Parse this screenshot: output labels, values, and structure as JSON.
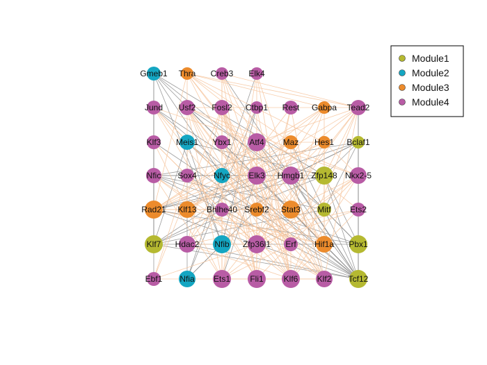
{
  "legend": [
    {
      "key": "m1",
      "label": "Module1",
      "color": "#b5b931"
    },
    {
      "key": "m2",
      "label": "Module2",
      "color": "#14a6c2"
    },
    {
      "key": "m3",
      "label": "Module3",
      "color": "#ec8b2c"
    },
    {
      "key": "m4",
      "label": "Module4",
      "color": "#b85ca5"
    }
  ],
  "edge_colors": {
    "gray": "#8a8a8a",
    "orange": "#f6c7a0"
  },
  "nodes": [
    {
      "id": "Gmeb1",
      "module": "m2"
    },
    {
      "id": "Thra",
      "module": "m3"
    },
    {
      "id": "Creb3",
      "module": "m4"
    },
    {
      "id": "Elk4",
      "module": "m4"
    },
    {
      "id": "Jund",
      "module": "m4"
    },
    {
      "id": "Usf2",
      "module": "m4"
    },
    {
      "id": "Fosl2",
      "module": "m4"
    },
    {
      "id": "Ctbp1",
      "module": "m4"
    },
    {
      "id": "Rest",
      "module": "m4"
    },
    {
      "id": "Gabpa",
      "module": "m3"
    },
    {
      "id": "Tead2",
      "module": "m4"
    },
    {
      "id": "Klf3",
      "module": "m4"
    },
    {
      "id": "Meis1",
      "module": "m2"
    },
    {
      "id": "Ybx1",
      "module": "m4"
    },
    {
      "id": "Atf4",
      "module": "m4"
    },
    {
      "id": "Maz",
      "module": "m3"
    },
    {
      "id": "Hes1",
      "module": "m3"
    },
    {
      "id": "Bclaf1",
      "module": "m1"
    },
    {
      "id": "Nfic",
      "module": "m4"
    },
    {
      "id": "Sox4",
      "module": "m4"
    },
    {
      "id": "Nfyc",
      "module": "m2"
    },
    {
      "id": "Elk3",
      "module": "m4"
    },
    {
      "id": "Hmgb1",
      "module": "m4"
    },
    {
      "id": "Zfp148",
      "module": "m1"
    },
    {
      "id": "Nkx2-5",
      "module": "m4"
    },
    {
      "id": "Rad21",
      "module": "m3"
    },
    {
      "id": "Klf13",
      "module": "m3"
    },
    {
      "id": "Bhlhe40",
      "module": "m4"
    },
    {
      "id": "Srebf2",
      "module": "m3"
    },
    {
      "id": "Stat3",
      "module": "m3"
    },
    {
      "id": "Mitf",
      "module": "m1"
    },
    {
      "id": "Ets2",
      "module": "m4"
    },
    {
      "id": "Klf7",
      "module": "m1"
    },
    {
      "id": "Hdac2",
      "module": "m4"
    },
    {
      "id": "Nfib",
      "module": "m2"
    },
    {
      "id": "Zfp36l1",
      "module": "m4"
    },
    {
      "id": "Erf",
      "module": "m4"
    },
    {
      "id": "Hif1a",
      "module": "m3"
    },
    {
      "id": "Pbx1",
      "module": "m1"
    },
    {
      "id": "Ebf1",
      "module": "m4"
    },
    {
      "id": "Nfia",
      "module": "m2"
    },
    {
      "id": "Ets1",
      "module": "m4"
    },
    {
      "id": "Fli1",
      "module": "m4"
    },
    {
      "id": "Klf6",
      "module": "m4"
    },
    {
      "id": "Klf2",
      "module": "m4"
    },
    {
      "id": "Tcf12",
      "module": "m1"
    }
  ],
  "edges": [
    [
      "Tcf12",
      "Gmeb1",
      "gray"
    ],
    [
      "Tcf12",
      "Usf2",
      "gray"
    ],
    [
      "Tcf12",
      "Jund",
      "gray"
    ],
    [
      "Tcf12",
      "Klf3",
      "gray"
    ],
    [
      "Tcf12",
      "Meis1",
      "gray"
    ],
    [
      "Tcf12",
      "Nfic",
      "gray"
    ],
    [
      "Tcf12",
      "Sox4",
      "gray"
    ],
    [
      "Tcf12",
      "Elk3",
      "gray"
    ],
    [
      "Tcf12",
      "Hmgb1",
      "gray"
    ],
    [
      "Tcf12",
      "Rad21",
      "gray"
    ],
    [
      "Tcf12",
      "Atf4",
      "gray"
    ],
    [
      "Tcf12",
      "Tead2",
      "gray"
    ],
    [
      "Tcf12",
      "Bclaf1",
      "gray"
    ],
    [
      "Tcf12",
      "Klf7",
      "gray"
    ],
    [
      "Tcf12",
      "Zfp148",
      "gray"
    ],
    [
      "Tcf12",
      "Maz",
      "gray"
    ],
    [
      "Tcf12",
      "Creb3",
      "gray"
    ],
    [
      "Tcf12",
      "Hdac2",
      "gray"
    ],
    [
      "Tcf12",
      "Nkx2-5",
      "gray"
    ],
    [
      "Pbx1",
      "Tead2",
      "gray"
    ],
    [
      "Pbx1",
      "Zfp148",
      "gray"
    ],
    [
      "Pbx1",
      "Bclaf1",
      "gray"
    ],
    [
      "Pbx1",
      "Mitf",
      "gray"
    ],
    [
      "Pbx1",
      "Klf7",
      "gray"
    ],
    [
      "Pbx1",
      "Nfic",
      "gray"
    ],
    [
      "Pbx1",
      "Hmgb1",
      "gray"
    ],
    [
      "Pbx1",
      "Rad21",
      "gray"
    ],
    [
      "Pbx1",
      "Tcf12",
      "gray"
    ],
    [
      "Pbx1",
      "Ets2",
      "gray"
    ],
    [
      "Mitf",
      "Nfic",
      "gray"
    ],
    [
      "Mitf",
      "Zfp148",
      "gray"
    ],
    [
      "Mitf",
      "Gmeb1",
      "gray"
    ],
    [
      "Mitf",
      "Klf7",
      "gray"
    ],
    [
      "Mitf",
      "Bclaf1",
      "gray"
    ],
    [
      "Mitf",
      "Atf4",
      "gray"
    ],
    [
      "Bclaf1",
      "Rad21",
      "gray"
    ],
    [
      "Bclaf1",
      "Klf7",
      "gray"
    ],
    [
      "Bclaf1",
      "Hmgb1",
      "gray"
    ],
    [
      "Bclaf1",
      "Zfp148",
      "gray"
    ],
    [
      "Bclaf1",
      "Nfic",
      "gray"
    ],
    [
      "Zfp148",
      "Klf7",
      "gray"
    ],
    [
      "Zfp148",
      "Rad21",
      "gray"
    ],
    [
      "Zfp148",
      "Nfic",
      "gray"
    ],
    [
      "Zfp148",
      "Gmeb1",
      "gray"
    ],
    [
      "Zfp148",
      "Meis1",
      "gray"
    ],
    [
      "Klf7",
      "Gmeb1",
      "gray"
    ],
    [
      "Klf7",
      "Meis1",
      "gray"
    ],
    [
      "Klf7",
      "Nfic",
      "gray"
    ],
    [
      "Klf7",
      "Klf3",
      "gray"
    ],
    [
      "Klf7",
      "Elk3",
      "gray"
    ],
    [
      "Nfib",
      "Nfia",
      "gray"
    ],
    [
      "Nfib",
      "Meis1",
      "gray"
    ],
    [
      "Nfib",
      "Nfyc",
      "gray"
    ],
    [
      "Nfib",
      "Gmeb1",
      "gray"
    ],
    [
      "Nfia",
      "Meis1",
      "gray"
    ],
    [
      "Nfia",
      "Nfyc",
      "gray"
    ],
    [
      "Nfia",
      "Hmgb1",
      "gray"
    ],
    [
      "Nfyc",
      "Gmeb1",
      "gray"
    ],
    [
      "Nfyc",
      "Meis1",
      "gray"
    ],
    [
      "Nfib",
      "Ctbp1",
      "gray"
    ],
    [
      "Nfia",
      "Ctbp1",
      "gray"
    ],
    [
      "Nfyc",
      "Elk4",
      "gray"
    ],
    [
      "Hmgb1",
      "Klf2",
      "gray"
    ],
    [
      "Hmgb1",
      "Nfic",
      "gray"
    ],
    [
      "Hmgb1",
      "Rad21",
      "gray"
    ],
    [
      "Hmgb1",
      "Usf2",
      "gray"
    ],
    [
      "Hmgb1",
      "Sox4",
      "gray"
    ],
    [
      "Elk3",
      "Ets1",
      "gray"
    ],
    [
      "Elk3",
      "Jund",
      "gray"
    ],
    [
      "Ebf1",
      "Klf3",
      "gray"
    ],
    [
      "Klf3",
      "Nfic",
      "gray"
    ],
    [
      "Jund",
      "Klf3",
      "gray"
    ],
    [
      "Rad21",
      "Nfic",
      "gray"
    ],
    [
      "Rad21",
      "Gmeb1",
      "gray"
    ],
    [
      "Thra",
      "Tead2",
      "orange"
    ],
    [
      "Thra",
      "Hes1",
      "orange"
    ],
    [
      "Thra",
      "Gabpa",
      "orange"
    ],
    [
      "Thra",
      "Maz",
      "orange"
    ],
    [
      "Thra",
      "Stat3",
      "orange"
    ],
    [
      "Thra",
      "Srebf2",
      "orange"
    ],
    [
      "Thra",
      "Klf13",
      "orange"
    ],
    [
      "Thra",
      "Rad21",
      "orange"
    ],
    [
      "Thra",
      "Hif1a",
      "orange"
    ],
    [
      "Thra",
      "Ets2",
      "orange"
    ],
    [
      "Gabpa",
      "Klf13",
      "orange"
    ],
    [
      "Gabpa",
      "Rad21",
      "orange"
    ],
    [
      "Gabpa",
      "Srebf2",
      "orange"
    ],
    [
      "Gabpa",
      "Stat3",
      "orange"
    ],
    [
      "Gabpa",
      "Hif1a",
      "orange"
    ],
    [
      "Gabpa",
      "Maz",
      "orange"
    ],
    [
      "Maz",
      "Klf13",
      "orange"
    ],
    [
      "Maz",
      "Rad21",
      "orange"
    ],
    [
      "Maz",
      "Srebf2",
      "orange"
    ],
    [
      "Maz",
      "Hif1a",
      "orange"
    ],
    [
      "Maz",
      "Stat3",
      "orange"
    ],
    [
      "Maz",
      "Hes1",
      "orange"
    ],
    [
      "Hes1",
      "Klf13",
      "orange"
    ],
    [
      "Hes1",
      "Rad21",
      "orange"
    ],
    [
      "Hes1",
      "Stat3",
      "orange"
    ],
    [
      "Hes1",
      "Srebf2",
      "orange"
    ],
    [
      "Hes1",
      "Hif1a",
      "orange"
    ],
    [
      "Stat3",
      "Rad21",
      "orange"
    ],
    [
      "Stat3",
      "Klf13",
      "orange"
    ],
    [
      "Stat3",
      "Srebf2",
      "orange"
    ],
    [
      "Stat3",
      "Hif1a",
      "orange"
    ],
    [
      "Srebf2",
      "Rad21",
      "orange"
    ],
    [
      "Srebf2",
      "Klf13",
      "orange"
    ],
    [
      "Srebf2",
      "Hif1a",
      "orange"
    ],
    [
      "Klf13",
      "Rad21",
      "orange"
    ],
    [
      "Klf13",
      "Hif1a",
      "orange"
    ],
    [
      "Rad21",
      "Hif1a",
      "orange"
    ],
    [
      "Fosl2",
      "Ets1",
      "orange"
    ],
    [
      "Fosl2",
      "Klf6",
      "orange"
    ],
    [
      "Fosl2",
      "Fli1",
      "orange"
    ],
    [
      "Fosl2",
      "Erf",
      "orange"
    ],
    [
      "Fosl2",
      "Klf2",
      "orange"
    ],
    [
      "Fosl2",
      "Zfp36l1",
      "orange"
    ],
    [
      "Fosl2",
      "Hdac2",
      "orange"
    ],
    [
      "Fosl2",
      "Ebf1",
      "orange"
    ],
    [
      "Usf2",
      "Zfp36l1",
      "orange"
    ],
    [
      "Usf2",
      "Ets1",
      "orange"
    ],
    [
      "Usf2",
      "Klf6",
      "orange"
    ],
    [
      "Usf2",
      "Erf",
      "orange"
    ],
    [
      "Usf2",
      "Fli1",
      "orange"
    ],
    [
      "Usf2",
      "Klf2",
      "orange"
    ],
    [
      "Usf2",
      "Tead2",
      "orange"
    ],
    [
      "Usf2",
      "Atf4",
      "orange"
    ],
    [
      "Usf2",
      "Nkx2-5",
      "orange"
    ],
    [
      "Creb3",
      "Atf4",
      "orange"
    ],
    [
      "Creb3",
      "Ets1",
      "orange"
    ],
    [
      "Creb3",
      "Fli1",
      "orange"
    ],
    [
      "Creb3",
      "Klf6",
      "orange"
    ],
    [
      "Creb3",
      "Ybx1",
      "orange"
    ],
    [
      "Creb3",
      "Tead2",
      "orange"
    ],
    [
      "Elk4",
      "Klf6",
      "orange"
    ],
    [
      "Elk4",
      "Ets1",
      "orange"
    ],
    [
      "Elk4",
      "Zfp36l1",
      "orange"
    ],
    [
      "Elk4",
      "Klf2",
      "orange"
    ],
    [
      "Jund",
      "Atf4",
      "orange"
    ],
    [
      "Jund",
      "Fli1",
      "orange"
    ],
    [
      "Jund",
      "Erf",
      "orange"
    ],
    [
      "Jund",
      "Klf2",
      "orange"
    ],
    [
      "Jund",
      "Klf6",
      "orange"
    ],
    [
      "Ctbp1",
      "Hdac2",
      "orange"
    ],
    [
      "Ctbp1",
      "Klf6",
      "orange"
    ],
    [
      "Rest",
      "Hdac2",
      "orange"
    ],
    [
      "Rest",
      "Zfp36l1",
      "orange"
    ],
    [
      "Rest",
      "Klf2",
      "orange"
    ],
    [
      "Rest",
      "Fli1",
      "orange"
    ],
    [
      "Tead2",
      "Klf6",
      "orange"
    ],
    [
      "Tead2",
      "Ets1",
      "orange"
    ],
    [
      "Tead2",
      "Zfp36l1",
      "orange"
    ],
    [
      "Tead2",
      "Klf2",
      "orange"
    ],
    [
      "Tead2",
      "Erf",
      "orange"
    ],
    [
      "Tead2",
      "Hdac2",
      "orange"
    ],
    [
      "Tead2",
      "Atf4",
      "orange"
    ],
    [
      "Klf3",
      "Klf6",
      "orange"
    ],
    [
      "Klf3",
      "Ets1",
      "orange"
    ],
    [
      "Klf3",
      "Zfp36l1",
      "orange"
    ],
    [
      "Ybx1",
      "Fli1",
      "orange"
    ],
    [
      "Ybx1",
      "Klf2",
      "orange"
    ],
    [
      "Ybx1",
      "Ets1",
      "orange"
    ],
    [
      "Ybx1",
      "Erf",
      "orange"
    ],
    [
      "Atf4",
      "Ets1",
      "orange"
    ],
    [
      "Atf4",
      "Fli1",
      "orange"
    ],
    [
      "Atf4",
      "Klf6",
      "orange"
    ],
    [
      "Atf4",
      "Klf2",
      "orange"
    ],
    [
      "Atf4",
      "Erf",
      "orange"
    ],
    [
      "Atf4",
      "Zfp36l1",
      "orange"
    ],
    [
      "Atf4",
      "Nkx2-5",
      "orange"
    ],
    [
      "Nfic",
      "Zfp36l1",
      "orange"
    ],
    [
      "Nfic",
      "Klf6",
      "orange"
    ],
    [
      "Nfic",
      "Ets1",
      "orange"
    ],
    [
      "Sox4",
      "Klf2",
      "orange"
    ],
    [
      "Sox4",
      "Fli1",
      "orange"
    ],
    [
      "Sox4",
      "Ebf1",
      "orange"
    ],
    [
      "Elk3",
      "Klf6",
      "orange"
    ],
    [
      "Elk3",
      "Fli1",
      "orange"
    ],
    [
      "Elk3",
      "Erf",
      "orange"
    ],
    [
      "Nkx2-5",
      "Klf6",
      "orange"
    ],
    [
      "Nkx2-5",
      "Ets1",
      "orange"
    ],
    [
      "Nkx2-5",
      "Zfp36l1",
      "orange"
    ],
    [
      "Nkx2-5",
      "Fli1",
      "orange"
    ],
    [
      "Bhlhe40",
      "Klf2",
      "orange"
    ],
    [
      "Bhlhe40",
      "Erf",
      "orange"
    ],
    [
      "Bhlhe40",
      "Ets1",
      "orange"
    ],
    [
      "Ets2",
      "Klf6",
      "orange"
    ],
    [
      "Ets2",
      "Zfp36l1",
      "orange"
    ],
    [
      "Ets2",
      "Hdac2",
      "orange"
    ],
    [
      "Hdac2",
      "Klf6",
      "orange"
    ],
    [
      "Hdac2",
      "Zfp36l1",
      "orange"
    ],
    [
      "Zfp36l1",
      "Klf2",
      "orange"
    ],
    [
      "Zfp36l1",
      "Fli1",
      "orange"
    ],
    [
      "Erf",
      "Ets1",
      "orange"
    ],
    [
      "Erf",
      "Klf6",
      "orange"
    ],
    [
      "Ets1",
      "Klf2",
      "orange"
    ],
    [
      "Fli1",
      "Klf2",
      "orange"
    ],
    [
      "Ebf1",
      "Zfp36l1",
      "orange"
    ],
    [
      "Ebf1",
      "Fli1",
      "orange"
    ],
    [
      "Srebf2",
      "Fosl2",
      "orange"
    ],
    [
      "Hif1a",
      "Atf4",
      "orange"
    ],
    [
      "Klf13",
      "Atf4",
      "orange"
    ],
    [
      "Rad21",
      "Atf4",
      "orange"
    ],
    [
      "Stat3",
      "Nkx2-5",
      "orange"
    ],
    [
      "Klf13",
      "Tead2",
      "orange"
    ],
    [
      "Hes1",
      "Nkx2-5",
      "orange"
    ]
  ]
}
